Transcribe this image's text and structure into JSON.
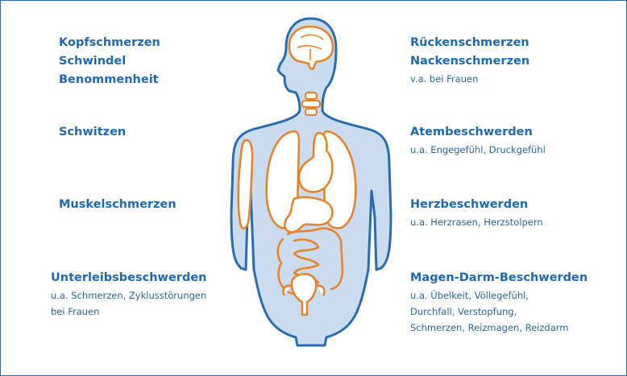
{
  "left": {
    "head": {
      "lines": [
        "Kopfschmerzen",
        "Schwindel",
        "Benommenheit"
      ]
    },
    "sweat": {
      "title": "Schwitzen"
    },
    "muscle": {
      "title": "Muskelschmerzen"
    },
    "abdomen": {
      "title": "Unterleibsbeschwerden",
      "details": [
        "u.a. Schmerzen, Zyklusstörungen",
        "bei Frauen"
      ]
    }
  },
  "right": {
    "back": {
      "titles": [
        "Rückenschmerzen",
        "Nackenschmerzen"
      ],
      "details": [
        "v.a. bei Frauen"
      ]
    },
    "breath": {
      "title": "Atembeschwerden",
      "details": [
        "u.a. Engegefühl, Druckgefühl"
      ]
    },
    "heart": {
      "title": "Herzbeschwerden",
      "details": [
        "u.a. Herzrasen, Herzstolpern"
      ]
    },
    "gut": {
      "title": "Magen-Darm-Beschwerden",
      "details": [
        "u.a. Übelkeit, Völlegefühl,",
        "Durchfall, Verstopfung,",
        "Schmerzen, Reizmagen, Reizdarm"
      ]
    }
  },
  "colors": {
    "text": "#1f69b5",
    "body_fill": "#cbdcf0",
    "body_outline": "#2a6cb3",
    "organ_outline": "#e8832a",
    "organ_fill": "#ffffff"
  },
  "icons": [
    "human-body-figure",
    "brain-icon",
    "spine-icon",
    "lungs-icon",
    "heart-icon",
    "stomach-icon",
    "intestine-icon",
    "uterus-icon",
    "muscle-icon"
  ]
}
